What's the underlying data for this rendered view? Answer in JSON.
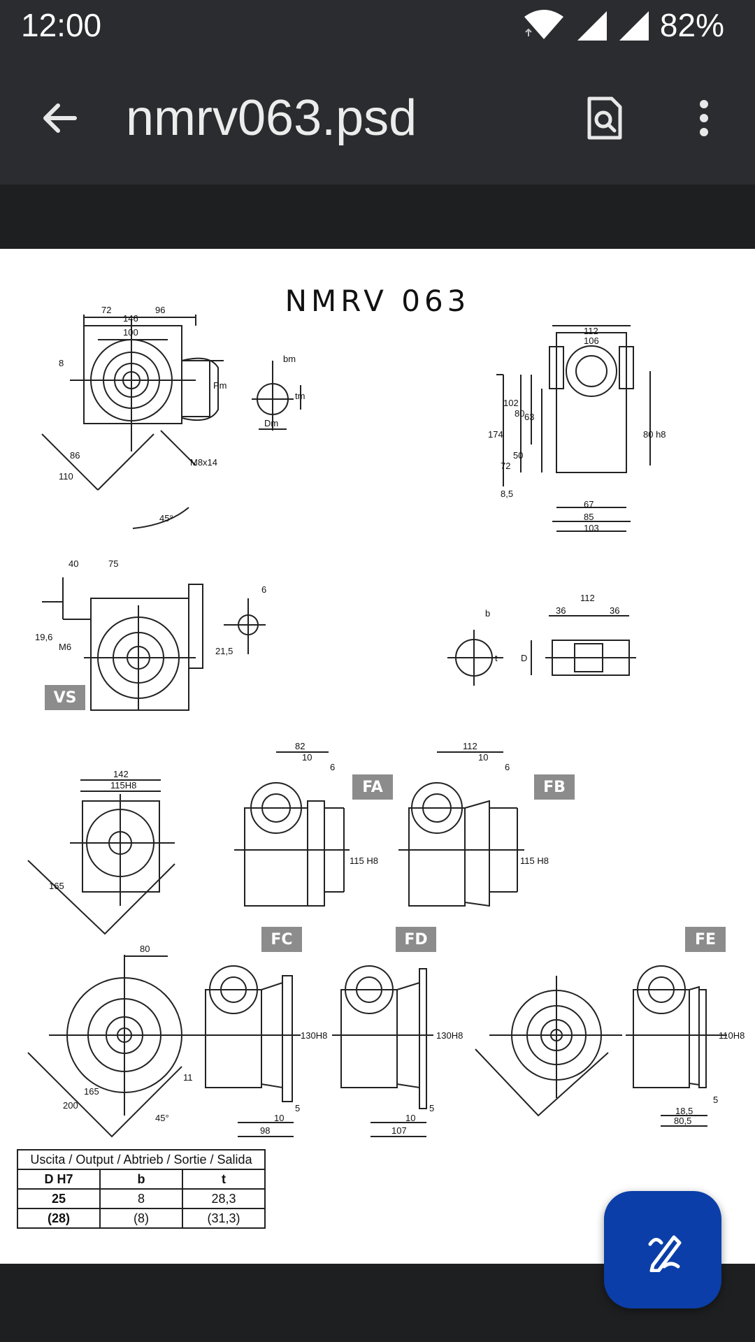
{
  "status": {
    "time": "12:00",
    "battery": "82%"
  },
  "appbar": {
    "title": "nmrv063.psd"
  },
  "document": {
    "title": "NMRV 063",
    "labels": {
      "vs": "VS",
      "fa": "FA",
      "fb": "FB",
      "fc": "FC",
      "fd": "FD",
      "fe": "FE"
    },
    "dims": {
      "d72": "72",
      "d96": "96",
      "d146": "146",
      "d100": "100",
      "d8": "8",
      "bm": "bm",
      "tm": "tm",
      "dm": "Dm",
      "pm": "Pm",
      "d112a": "112",
      "d106": "106",
      "d174": "174",
      "d102": "102",
      "d80": "80",
      "d63": "63",
      "d50": "50",
      "d72b": "72",
      "d85s": "8,5",
      "d80h8": "80 h8",
      "d67": "67",
      "d85": "85",
      "d103": "103",
      "d86": "86",
      "d110": "110",
      "d45": "45°",
      "m8": "M8x14",
      "d40": "40",
      "d75": "75",
      "d196": "19,6",
      "m6": "M6",
      "d6": "6",
      "d215": "21,5",
      "bb": "b",
      "tt": "t",
      "dd": "D",
      "d112b": "112",
      "d36a": "36",
      "d36b": "36",
      "d142": "142",
      "d115h8": "115H8",
      "d82": "82",
      "d10a": "10",
      "d6b": "6",
      "d115h8b": "115 H8",
      "d112c": "112",
      "d10b": "10",
      "d6c": "6",
      "d115h8c": "115 H8",
      "d80b": "80",
      "d130h8a": "130H8",
      "d130h8b": "130H8",
      "d110h8": "110H8",
      "d5a": "5",
      "d5b": "5",
      "d5c": "5",
      "d10c": "10",
      "d98": "98",
      "d10d": "10",
      "d107": "107",
      "d185": "18,5",
      "d805": "80,5",
      "d165": "165",
      "d200": "200",
      "d11": "11"
    },
    "table": {
      "header": "Uscita / Output / Abtrieb / Sortie / Salida",
      "columns": [
        "D H7",
        "b",
        "t"
      ],
      "rows": [
        [
          "25",
          "8",
          "28,3"
        ],
        [
          "(28)",
          "(8)",
          "(31,3)"
        ]
      ]
    }
  },
  "icons": {
    "back": "arrow-back-icon",
    "find": "find-in-document-icon",
    "more": "more-vert-icon",
    "edit": "edit-pen-icon",
    "wifi": "wifi-icon",
    "signal": "cell-signal-icon"
  }
}
